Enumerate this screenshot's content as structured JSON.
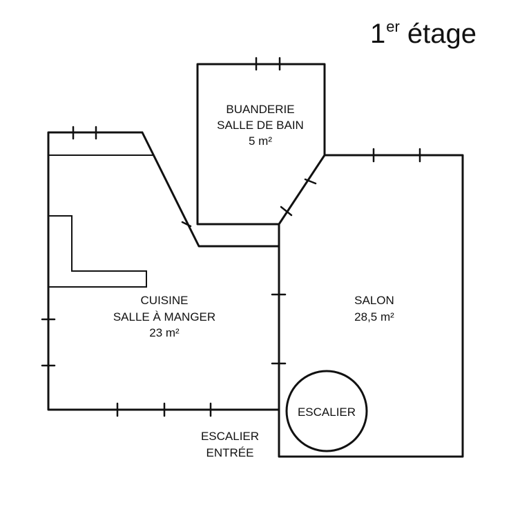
{
  "title": {
    "number": "1",
    "superscript": "er",
    "word": "étage"
  },
  "rooms": {
    "buanderie": {
      "line1": "BUANDERIE",
      "line2": "SALLE DE BAIN",
      "area": "5  m²"
    },
    "cuisine": {
      "line1": "CUISINE",
      "line2": "SALLE À MANGER",
      "area": "23 m²"
    },
    "salon": {
      "line1": "SALON",
      "area": "28,5 m²"
    },
    "escalier": {
      "label": "ESCALIER"
    },
    "entree": {
      "line1": "ESCALIER",
      "line2": "ENTRÉE"
    }
  },
  "colors": {
    "ink": "#111111",
    "background": "#ffffff"
  }
}
